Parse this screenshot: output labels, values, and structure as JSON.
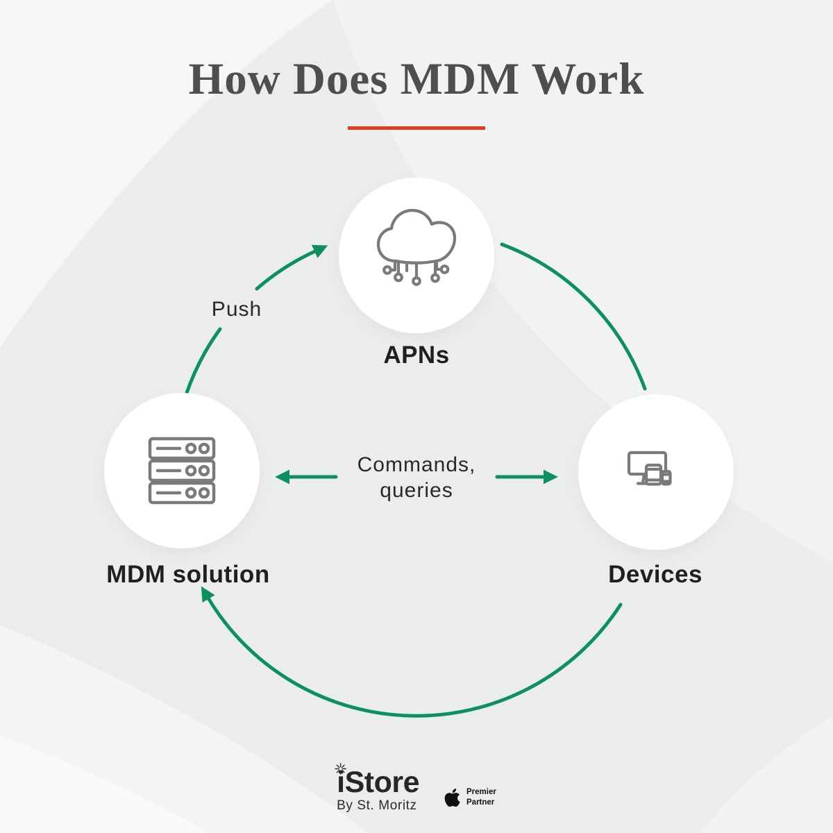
{
  "page": {
    "title": "How Does MDM Work"
  },
  "diagram": {
    "nodes": {
      "apns": {
        "label": "APNs",
        "icon": "cloud-network-icon"
      },
      "mdm": {
        "label": "MDM solution",
        "icon": "server-rack-icon"
      },
      "devices": {
        "label": "Devices",
        "icon": "multi-devices-icon"
      }
    },
    "edges": {
      "push": {
        "label": "Push",
        "from": "MDM solution",
        "to": "APNs"
      },
      "apns_to_devices": {
        "from": "APNs",
        "to": "Devices"
      },
      "devices_to_mdm": {
        "from": "Devices",
        "to": "MDM solution"
      },
      "commands": {
        "label_line1": "Commands,",
        "label_line2": "queries",
        "between": "MDM solution and Devices"
      }
    }
  },
  "footer": {
    "brand": "iStore",
    "brand_sub": "By St. Moritz",
    "partner_line1": "Premier",
    "partner_line2": "Partner"
  },
  "colors": {
    "background": "#ebecec",
    "accent_red": "#e53a1e",
    "arrow_green": "#0d9060",
    "icon_gray": "#7a7a7a",
    "title_gray": "#4e4e50"
  }
}
